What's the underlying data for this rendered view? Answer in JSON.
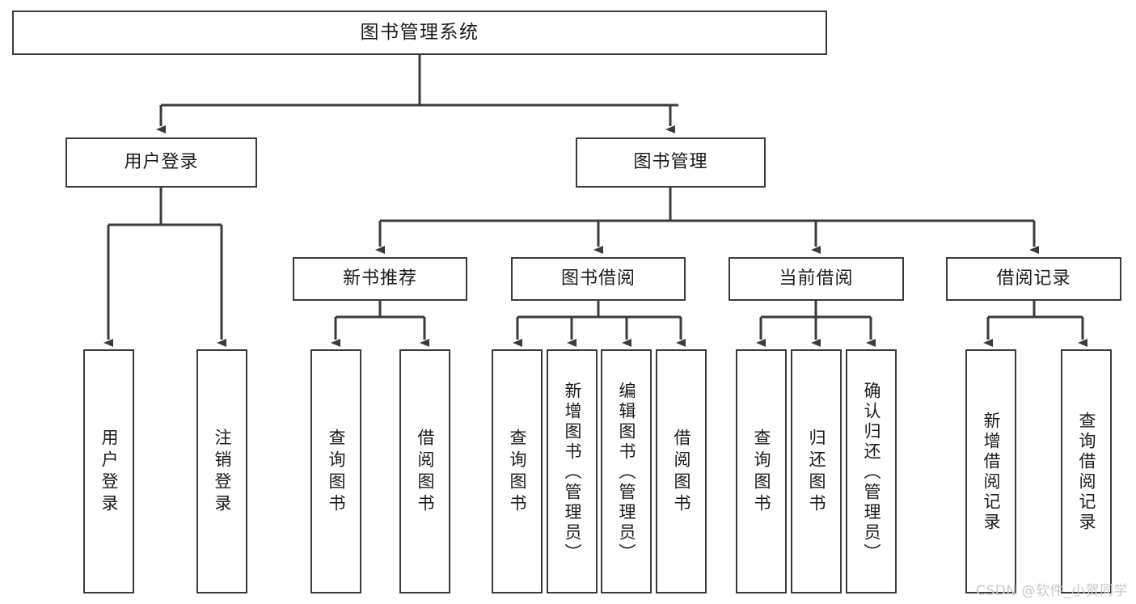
{
  "diagram": {
    "title": "图书管理系统",
    "watermark": "CSDN @软件_小贺同学",
    "levels": {
      "root": {
        "label": "图书管理系统"
      },
      "level2": [
        {
          "label": "用户登录"
        },
        {
          "label": "图书管理"
        }
      ],
      "level3": [
        {
          "label": "新书推荐"
        },
        {
          "label": "图书借阅"
        },
        {
          "label": "当前借阅"
        },
        {
          "label": "借阅记录"
        }
      ],
      "leaves": {
        "user_login": [
          {
            "label": "用户登录"
          },
          {
            "label": "注销登录"
          }
        ],
        "new_book": [
          {
            "label": "查询图书"
          },
          {
            "label": "借阅图书"
          }
        ],
        "book_borrow": [
          {
            "label": "查询图书"
          },
          {
            "label": "新增图书（管理员）"
          },
          {
            "label": "编辑图书（管理员）"
          },
          {
            "label": "借阅图书"
          }
        ],
        "current_borrow": [
          {
            "label": "查询图书"
          },
          {
            "label": "归还图书"
          },
          {
            "label": "确认归还（管理员）"
          }
        ],
        "borrow_record": [
          {
            "label": "新增借阅记录"
          },
          {
            "label": "查询借阅记录"
          }
        ]
      }
    },
    "colors": {
      "border": "#3b3b3b",
      "text": "#1b1b1b",
      "background": "#ffffff",
      "watermark": "#c9c9c9"
    }
  }
}
